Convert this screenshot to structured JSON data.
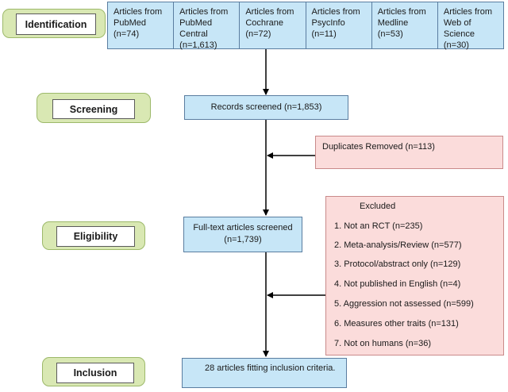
{
  "stages": {
    "identification": "Identification",
    "screening": "Screening",
    "eligibility": "Eligibility",
    "inclusion": "Inclusion"
  },
  "sources": [
    {
      "label": "Articles from\nPubMed\n(n=74)"
    },
    {
      "label": "Articles from\nPubMed Central\n(n=1,613)"
    },
    {
      "label": "Articles from\nCochrane\n(n=72)"
    },
    {
      "label": "Articles from\nPsycInfo\n(n=11)"
    },
    {
      "label": "Articles from\nMedline\n(n=53)"
    },
    {
      "label": "Articles from\nWeb of\nScience (n=30)"
    }
  ],
  "screened": "Records screened (n=1,853)",
  "duplicates": "Duplicates Removed (n=113)",
  "fulltext": {
    "line1": "Full-text articles screened",
    "line2": "(n=1,739)"
  },
  "excluded": {
    "title": "Excluded",
    "items": [
      "1. Not an RCT (n=235)",
      "2. Meta-analysis/Review (n=577)",
      "3. Protocol/abstract only (n=129)",
      "4. Not published in English (n=4)",
      "5. Aggression not assessed (n=599)",
      "6. Measures other traits (n=131)",
      "7. Not on humans (n=36)"
    ]
  },
  "included": "28 articles fitting inclusion criteria."
}
